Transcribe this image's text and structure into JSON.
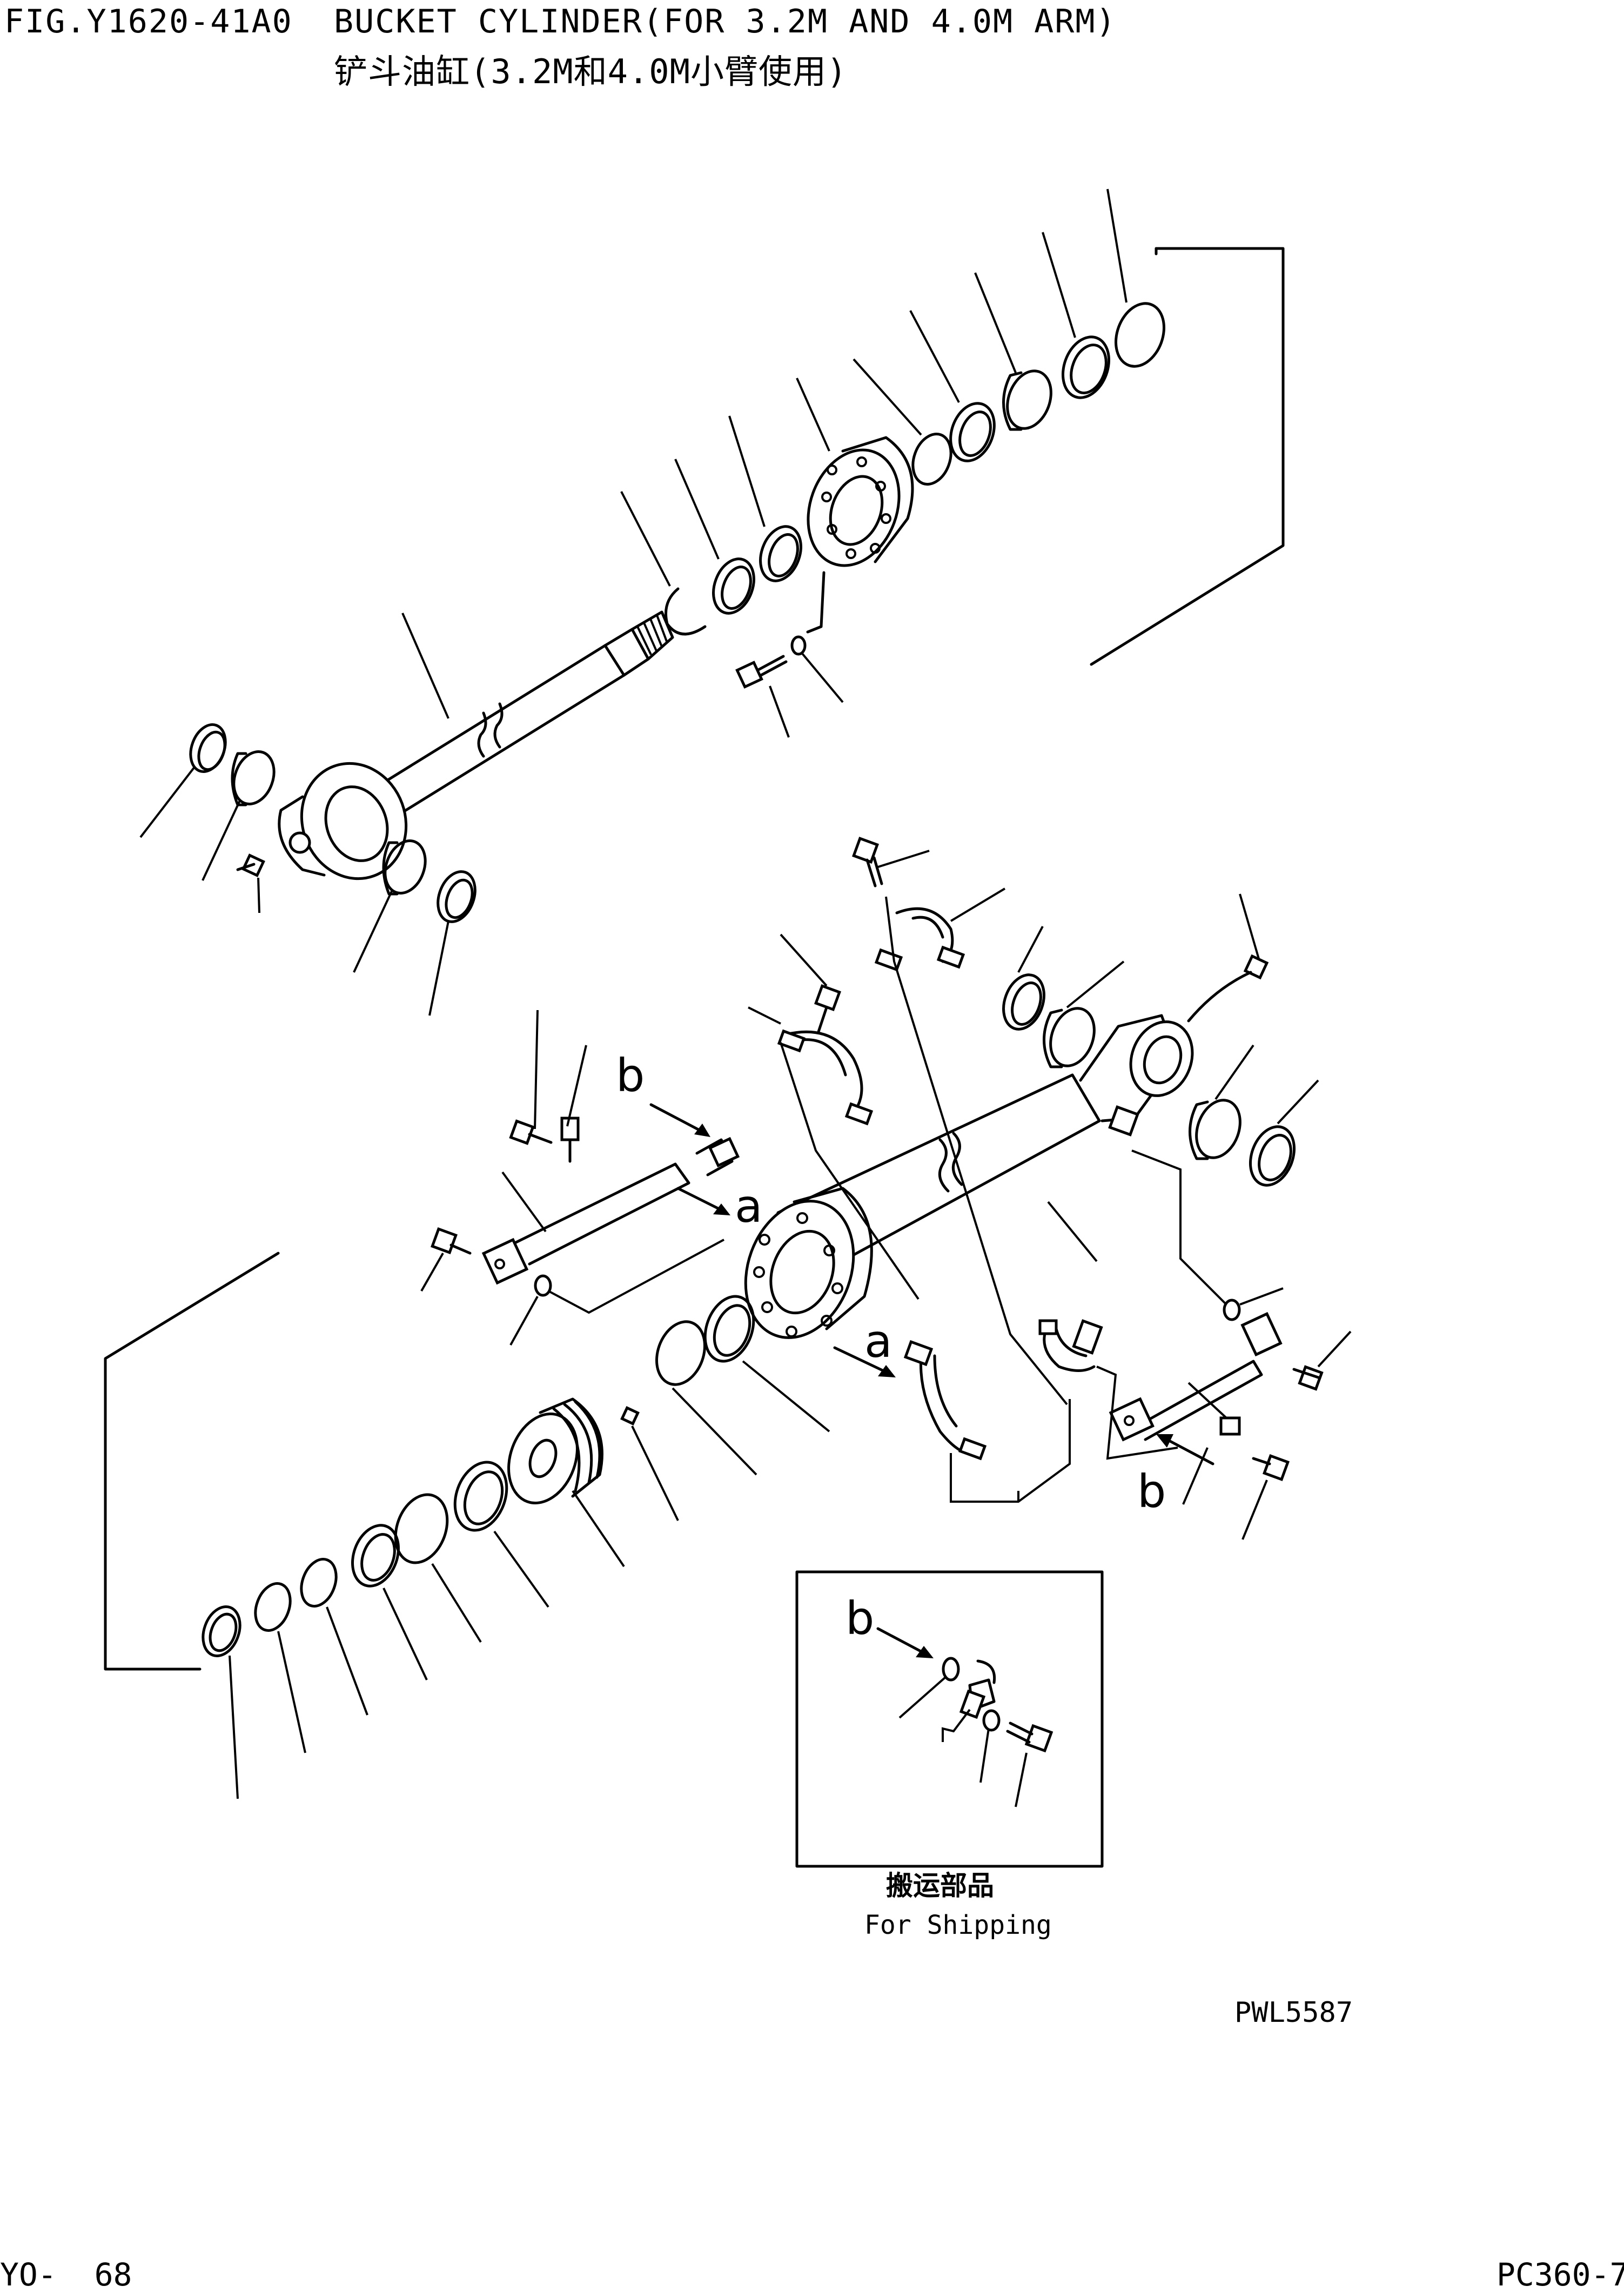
{
  "header": {
    "figure_id": "FIG.Y1620-41A0",
    "title_en": "BUCKET CYLINDER(FOR 3.2M AND 4.0M ARM)",
    "title_cn": "铲斗油缸(3.2M和4.0M小臂使用)"
  },
  "diagram": {
    "callout_letters": [
      "a",
      "a",
      "b",
      "b",
      "b"
    ],
    "inset": {
      "label_cn": "搬运部品",
      "label_en": "For Shipping"
    },
    "drawing_code": "PWL5587"
  },
  "footer": {
    "page_number": "YO-  68",
    "model": "PC360-7"
  }
}
